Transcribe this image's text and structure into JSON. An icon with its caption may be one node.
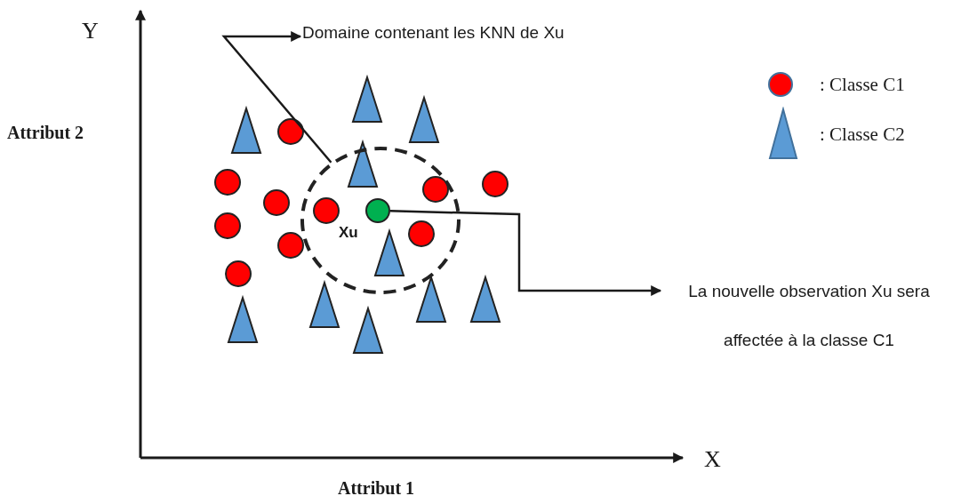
{
  "diagram": {
    "nodes": [
      {
        "text": [
          "Domaine contenant les KNN de Xu"
        ]
      },
      {
        "text": [],
        "shape": "circle"
      },
      {
        "text": [],
        "shape": "circle",
        "in": 1,
        "beside": [
          "Xu"
        ]
      },
      {
        "text": [
          "La nouvelle observation Xu sera affectée à la classe C1"
        ]
      }
    ],
    "edges": [
      {
        "from": 1,
        "to": 0,
        "arrow": "to"
      },
      {
        "from": 2,
        "to": 3,
        "arrow": "to"
      }
    ],
    "labels": [
      "Y",
      "Attribut 2",
      "X",
      "Attribut 1"
    ],
    "legend": [
      {
        "text": ": Classe C1",
        "color": "#ff0000"
      },
      {
        "text": ": Classe C2",
        "color": "#5b9bd5"
      }
    ]
  }
}
